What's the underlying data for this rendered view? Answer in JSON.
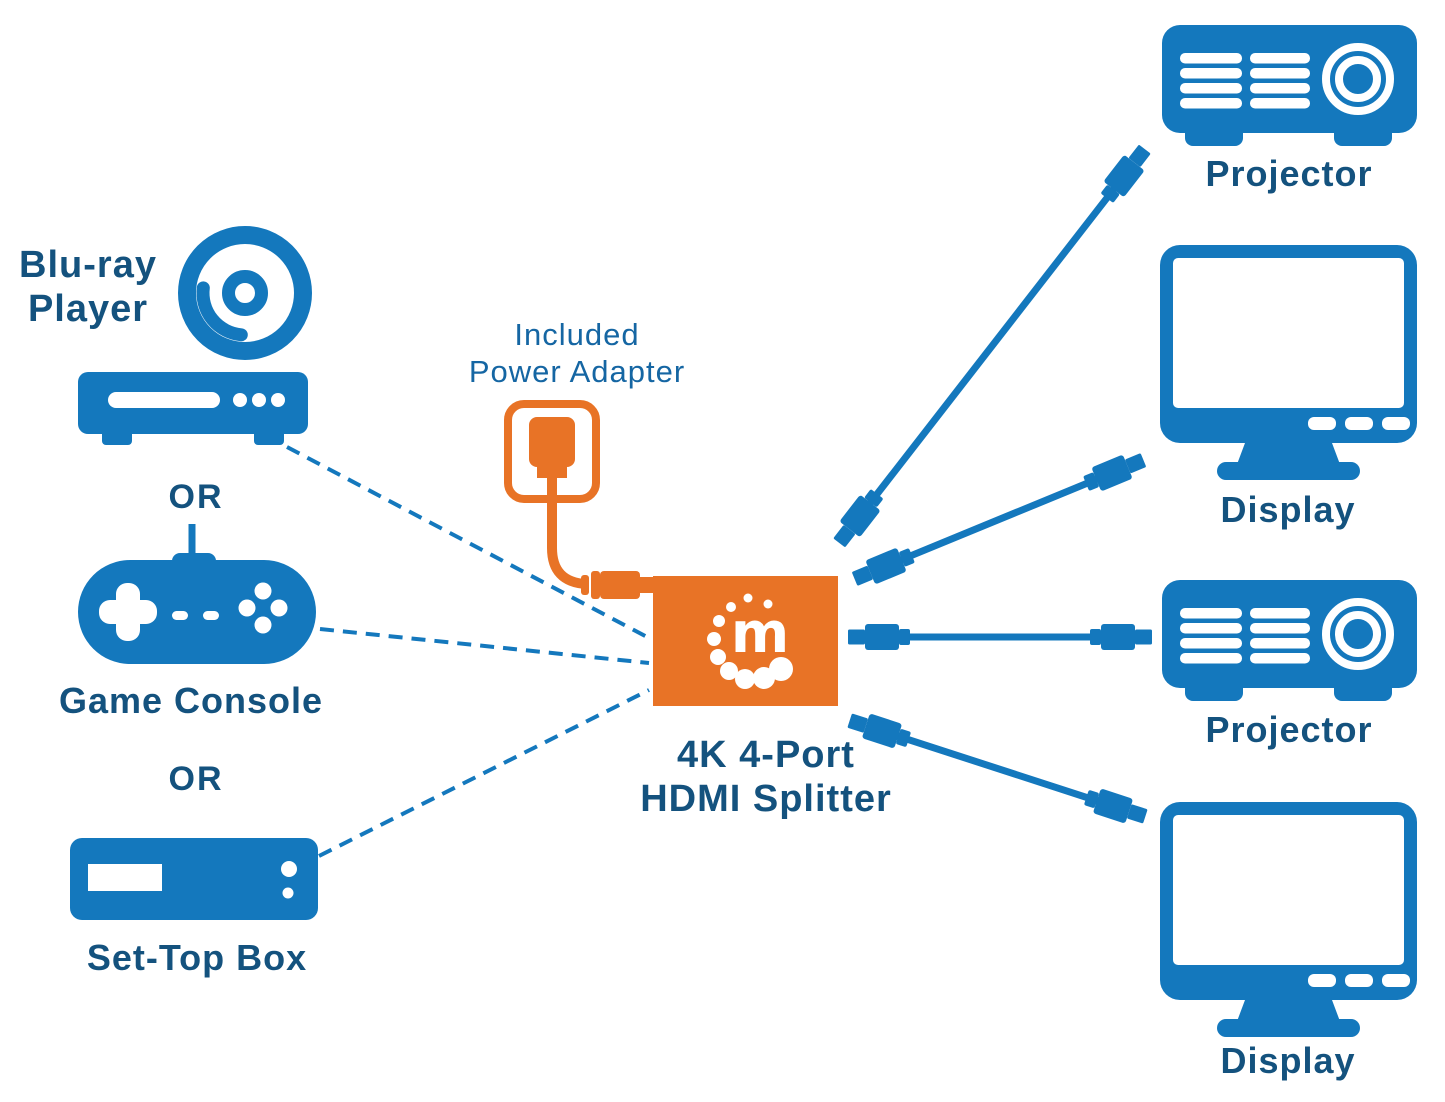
{
  "title": "4K 4-Port HDMI Splitter connection diagram",
  "colors": {
    "device_blue": "#1478bd",
    "label_blue": "#14527e",
    "adapter_label_blue": "#1566a3",
    "orange": "#e87326"
  },
  "sources": {
    "bluray_line1": "Blu-ray",
    "bluray_line2": "Player",
    "or_1": "OR",
    "game_console": "Game Console",
    "or_2": "OR",
    "settop": "Set-Top Box"
  },
  "center": {
    "adapter_line1": "Included",
    "adapter_line2": "Power Adapter",
    "logo_letter": "m",
    "splitter_line1": "4K 4-Port",
    "splitter_line2": "HDMI Splitter"
  },
  "outputs": [
    {
      "label": "Projector"
    },
    {
      "label": "Display"
    },
    {
      "label": "Projector"
    },
    {
      "label": "Display"
    }
  ],
  "icons": {
    "sources": [
      "bluray-disc-icon",
      "bluray-player-icon",
      "game-controller-icon",
      "set-top-box-icon"
    ],
    "center": [
      "power-plug-icon",
      "power-cable-icon",
      "splitter-box",
      "manhattan-logo"
    ],
    "outputs": [
      "projector-icon",
      "display-icon",
      "projector-icon",
      "display-icon"
    ],
    "links": [
      "dashed-source-link",
      "dashed-source-link",
      "dashed-source-link",
      "hdmi-cable",
      "hdmi-cable",
      "hdmi-cable",
      "hdmi-cable"
    ]
  }
}
